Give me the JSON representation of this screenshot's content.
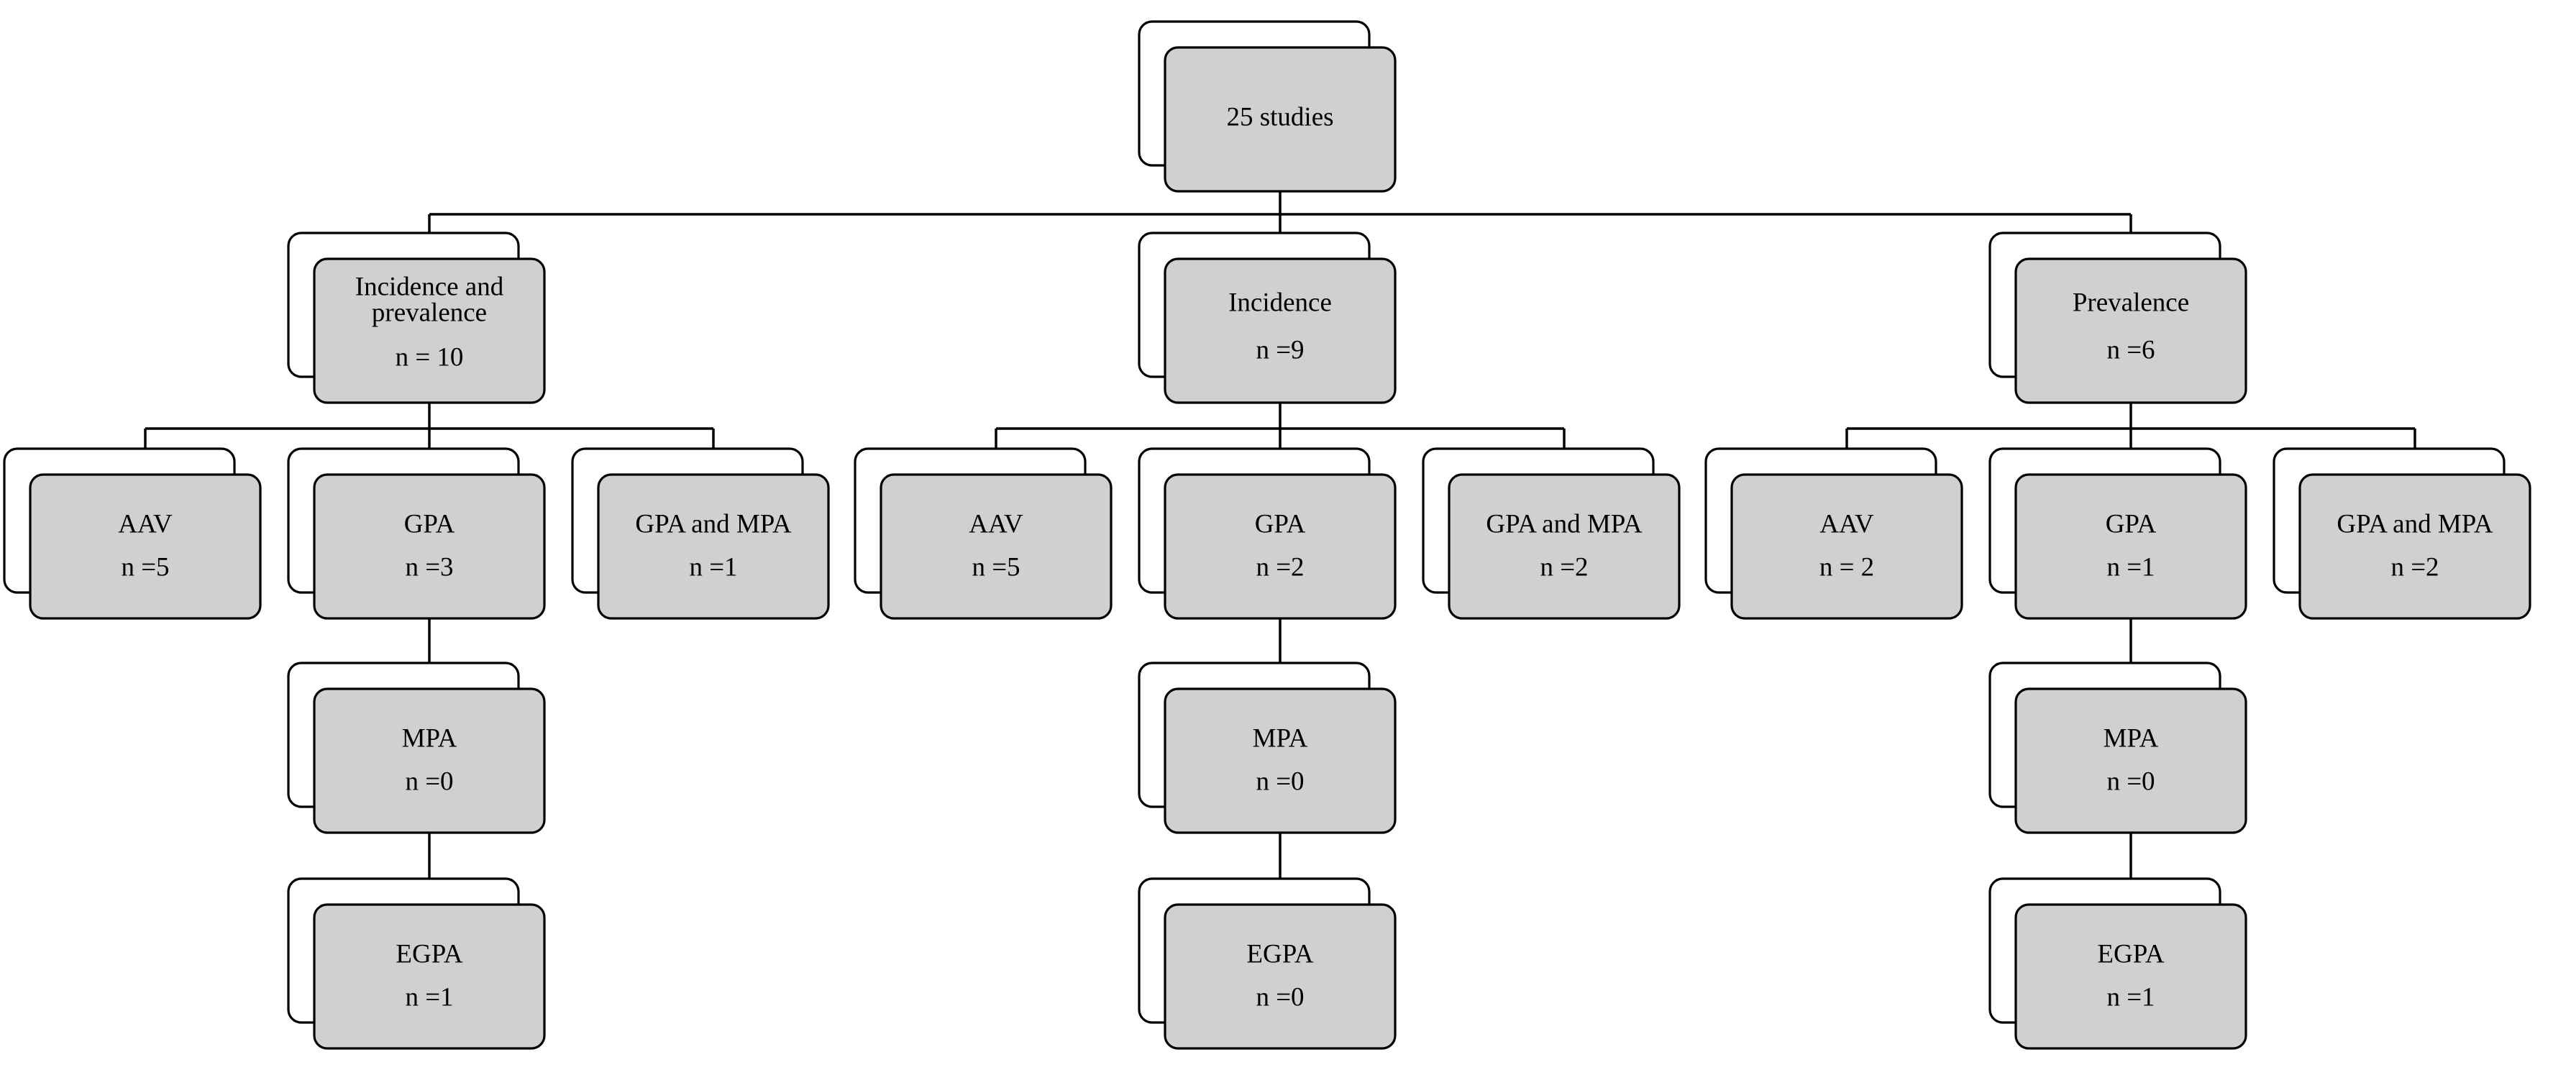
{
  "colors": {
    "card_fill": "#d0d0d0",
    "back_card_fill": "#ffffff",
    "line": "#000000"
  },
  "root": {
    "line1": "25 studies"
  },
  "groups": [
    {
      "id": "inc-prev",
      "line1": "Incidence and",
      "line2": "prevalence",
      "count": "n = 10",
      "children": [
        {
          "id": "aav",
          "label": "AAV",
          "count": "n =5"
        },
        {
          "id": "gpa",
          "label": "GPA",
          "count": "n =3"
        },
        {
          "id": "gpa-mpa",
          "label": "GPA and MPA",
          "count": "n =1"
        }
      ],
      "chain": [
        {
          "id": "mpa",
          "label": "MPA",
          "count": "n =0"
        },
        {
          "id": "egpa",
          "label": "EGPA",
          "count": "n =1"
        }
      ]
    },
    {
      "id": "incidence",
      "line1": "Incidence",
      "line2": "",
      "count": "n =9",
      "children": [
        {
          "id": "aav",
          "label": "AAV",
          "count": "n =5"
        },
        {
          "id": "gpa",
          "label": "GPA",
          "count": "n =2"
        },
        {
          "id": "gpa-mpa",
          "label": "GPA and MPA",
          "count": "n =2"
        }
      ],
      "chain": [
        {
          "id": "mpa",
          "label": "MPA",
          "count": "n =0"
        },
        {
          "id": "egpa",
          "label": "EGPA",
          "count": "n =0"
        }
      ]
    },
    {
      "id": "prevalence",
      "line1": "Prevalence",
      "line2": "",
      "count": "n =6",
      "children": [
        {
          "id": "aav",
          "label": "AAV",
          "count": "n = 2"
        },
        {
          "id": "gpa",
          "label": "GPA",
          "count": "n =1"
        },
        {
          "id": "gpa-mpa",
          "label": "GPA and MPA",
          "count": "n =2"
        }
      ],
      "chain": [
        {
          "id": "mpa",
          "label": "MPA",
          "count": "n =0"
        },
        {
          "id": "egpa",
          "label": "EGPA",
          "count": "n =1"
        }
      ]
    }
  ]
}
